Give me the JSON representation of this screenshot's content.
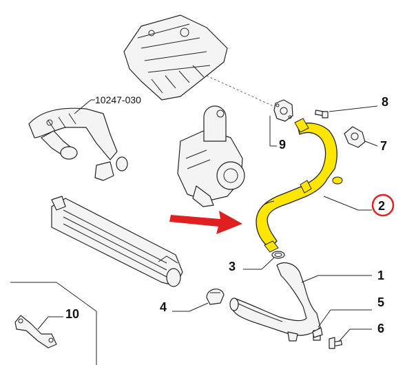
{
  "reference_label": "10247-030",
  "callouts": {
    "c1": "1",
    "c2": "2",
    "c3": "3",
    "c4": "4",
    "c5": "5",
    "c6": "6",
    "c7": "7",
    "c8": "8",
    "c9": "9",
    "c10": "10"
  },
  "colors": {
    "highlight_part": "#ffe600",
    "arrow": "#e02020",
    "circle": "#e02020",
    "line": "#222222"
  },
  "highlighted_callout": "2"
}
